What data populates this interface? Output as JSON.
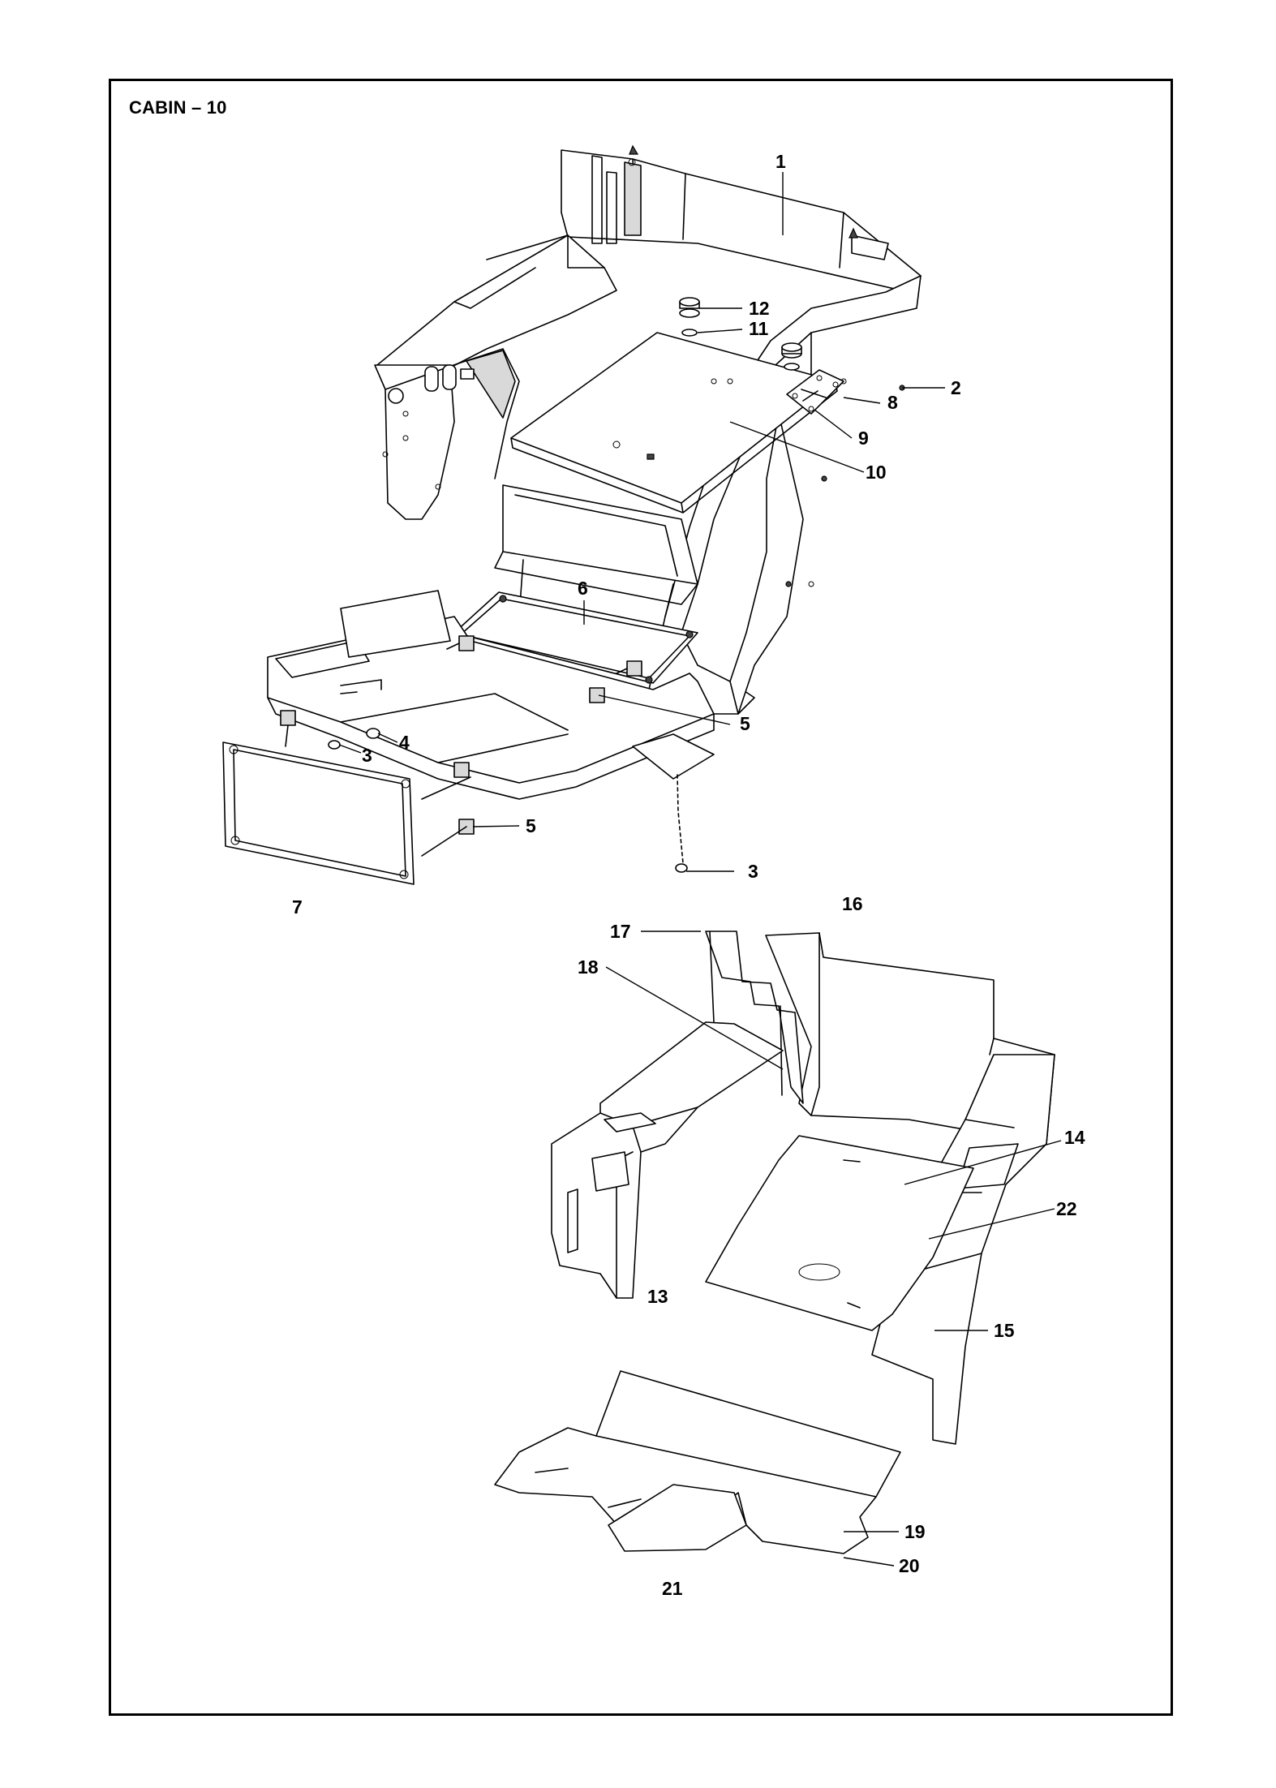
{
  "page": {
    "title": "CABIN – 10"
  },
  "callouts": [
    {
      "id": "1",
      "label": "1"
    },
    {
      "id": "2",
      "label": "2"
    },
    {
      "id": "3a",
      "label": "3"
    },
    {
      "id": "3b",
      "label": "3"
    },
    {
      "id": "4",
      "label": "4"
    },
    {
      "id": "5a",
      "label": "5"
    },
    {
      "id": "5b",
      "label": "5"
    },
    {
      "id": "6",
      "label": "6"
    },
    {
      "id": "7",
      "label": "7"
    },
    {
      "id": "8",
      "label": "8"
    },
    {
      "id": "9",
      "label": "9"
    },
    {
      "id": "10",
      "label": "10"
    },
    {
      "id": "11",
      "label": "11"
    },
    {
      "id": "12",
      "label": "12"
    },
    {
      "id": "13",
      "label": "13"
    },
    {
      "id": "14",
      "label": "14"
    },
    {
      "id": "15",
      "label": "15"
    },
    {
      "id": "16",
      "label": "16"
    },
    {
      "id": "17",
      "label": "17"
    },
    {
      "id": "18",
      "label": "18"
    },
    {
      "id": "19",
      "label": "19"
    },
    {
      "id": "20",
      "label": "20"
    },
    {
      "id": "21",
      "label": "21"
    },
    {
      "id": "22",
      "label": "22"
    }
  ]
}
